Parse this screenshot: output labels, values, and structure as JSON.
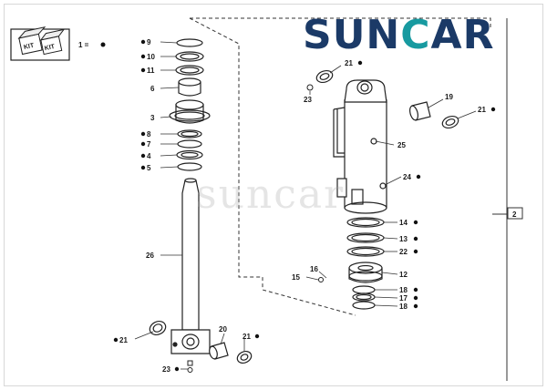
{
  "brand": {
    "part1": "SUN",
    "part2": "C",
    "part3": "AR",
    "color_primary": "#1b3a67",
    "color_accent": "#179aa0"
  },
  "watermark": "suncar",
  "kit_legend": {
    "kit_text": "KIT",
    "equals_label": "1 ="
  },
  "assembly_ref": "2",
  "parts": {
    "p9": "9",
    "p10": "10",
    "p11": "11",
    "p6": "6",
    "p3": "3",
    "p8": "8",
    "p7": "7",
    "p4": "4",
    "p5": "5",
    "p26": "26",
    "p21a": "21",
    "p20": "20",
    "p21b": "21",
    "p23a": "23",
    "p21c": "21",
    "p23b": "23",
    "p19": "19",
    "p21d": "21",
    "p25": "25",
    "p24": "24",
    "p14": "14",
    "p13": "13",
    "p22": "22",
    "p16": "16",
    "p15": "15",
    "p12": "12",
    "p18a": "18",
    "p17": "17",
    "p18b": "18"
  }
}
